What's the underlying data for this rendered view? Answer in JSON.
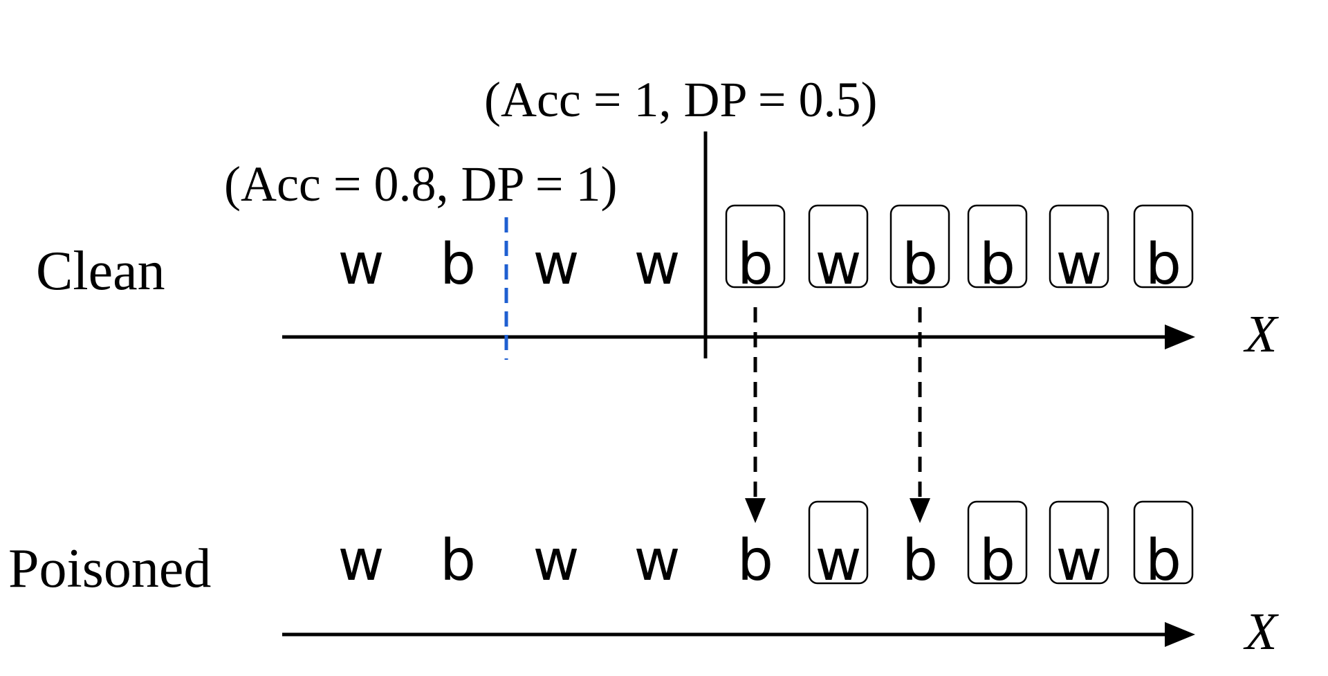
{
  "rows": {
    "clean_label": "Clean",
    "poisoned_label": "Poisoned"
  },
  "axis": {
    "clean_label": "X",
    "poisoned_label": "X"
  },
  "thresholds": {
    "vertical_threshold_label": "(Acc = 1, DP = 0.5)",
    "dashed_threshold_label": "(Acc = 0.8, DP = 1)"
  },
  "clean_points": [
    {
      "letter": "w",
      "boxed": false
    },
    {
      "letter": "b",
      "boxed": false
    },
    {
      "letter": "w",
      "boxed": false
    },
    {
      "letter": "w",
      "boxed": false
    },
    {
      "letter": "b",
      "boxed": true
    },
    {
      "letter": "w",
      "boxed": true
    },
    {
      "letter": "b",
      "boxed": true
    },
    {
      "letter": "b",
      "boxed": true
    },
    {
      "letter": "w",
      "boxed": true
    },
    {
      "letter": "b",
      "boxed": true
    }
  ],
  "poisoned_points": [
    {
      "letter": "w",
      "boxed": false
    },
    {
      "letter": "b",
      "boxed": false
    },
    {
      "letter": "w",
      "boxed": false
    },
    {
      "letter": "w",
      "boxed": false
    },
    {
      "letter": "b",
      "boxed": false
    },
    {
      "letter": "w",
      "boxed": true
    },
    {
      "letter": "b",
      "boxed": false
    },
    {
      "letter": "b",
      "boxed": true
    },
    {
      "letter": "w",
      "boxed": true
    },
    {
      "letter": "b",
      "boxed": true
    }
  ],
  "colors": {
    "ink": "#000000",
    "dashed_threshold": "#1f5fd1",
    "background": "#ffffff"
  }
}
